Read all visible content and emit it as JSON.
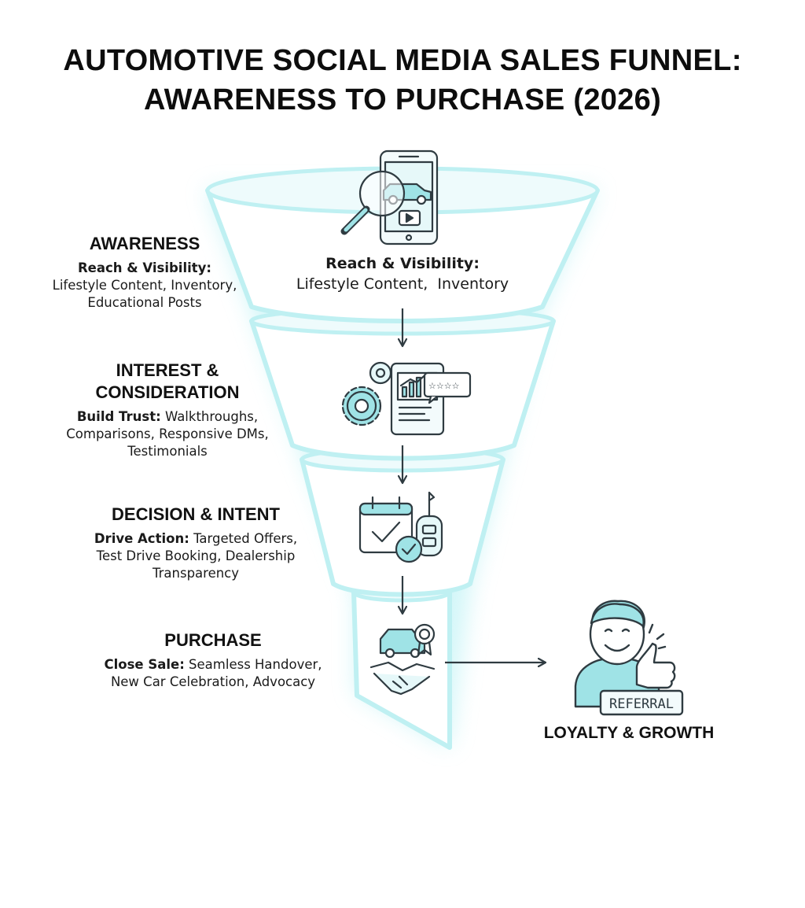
{
  "title": {
    "line1": "AUTOMOTIVE SOCIAL MEDIA SALES FUNNEL:",
    "line2": "AWARENESS TO PURCHASE (2026)"
  },
  "stages": [
    {
      "name_line1": "AWARENESS",
      "name_line2": "",
      "lead": "Reach & Visibility:",
      "rest": "Lifestyle Content, Inventory, Educational Posts",
      "icon": "smartphone-magnifier-car-icon"
    },
    {
      "name_line1": "INTEREST &",
      "name_line2": "CONSIDERATION",
      "lead": "Build Trust:",
      "rest": "Walkthroughs, Comparisons, Responsive DMs, Testimonials",
      "icon": "gears-tablet-reviews-icon"
    },
    {
      "name_line1": "DECISION & INTENT",
      "name_line2": "",
      "lead": "Drive Action:",
      "rest": "Targeted Offers, Test Drive Booking, Dealership Transparency",
      "icon": "calendar-check-keyfob-icon"
    },
    {
      "name_line1": "PURCHASE",
      "name_line2": "",
      "lead": "Close Sale:",
      "rest": "Seamless Handover, New Car Celebration, Advocacy",
      "icon": "handshake-car-badge-icon"
    }
  ],
  "funnel_inner": {
    "lead": "Reach & Visibility:",
    "rest": "Lifestyle Content,  Inventory"
  },
  "loyalty": {
    "label": "LOYALTY & GROWTH",
    "badge": "REFERRAL",
    "icon": "happy-customer-thumbs-up-icon"
  },
  "colors": {
    "funnel_fill": "#ffffff",
    "funnel_stroke": "#bff0f2",
    "glow": "#aeeff3",
    "icon_accent": "#9fe3e6",
    "icon_stroke": "#2f3b41",
    "text": "#111111"
  }
}
